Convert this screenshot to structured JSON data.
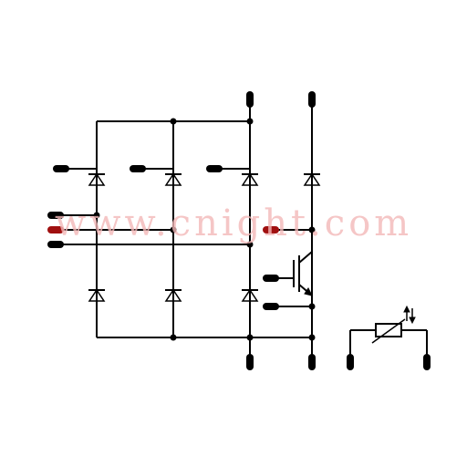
{
  "diagram": {
    "kind": "power-module-schematic",
    "colors": {
      "wire": "#000000",
      "terminal": "#000000",
      "terminal_accent": "#a01010",
      "watermark": "#f3b9b9",
      "background": "#ffffff"
    },
    "components": [
      {
        "type": "rectifier-bridge-diode",
        "count": 6
      },
      {
        "type": "brake-diode",
        "count": 1
      },
      {
        "type": "igbt",
        "count": 1
      },
      {
        "type": "ntc-thermistor",
        "count": 1
      }
    ]
  },
  "watermark": {
    "text": "www.cnight.com"
  }
}
